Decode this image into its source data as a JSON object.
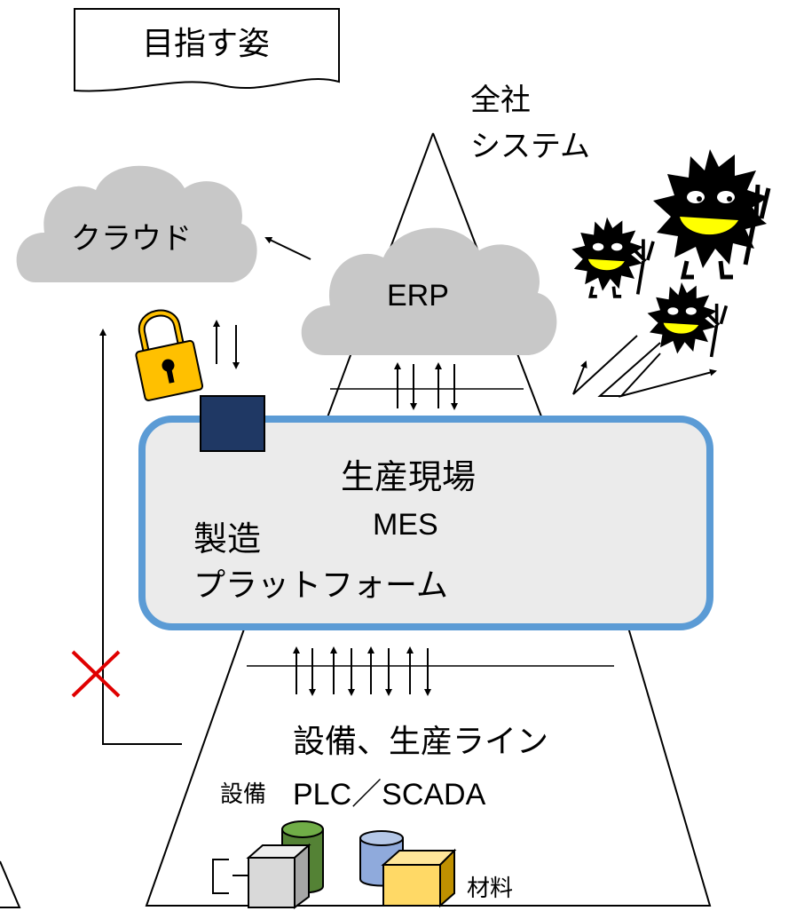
{
  "banner": {
    "title": "目指す姿"
  },
  "enterprise": {
    "line1": "全社",
    "line2": "システム"
  },
  "cloud": {
    "label": "クラウド"
  },
  "erp": {
    "label": "ERP"
  },
  "platform": {
    "title": "生産現場",
    "subtitle": "MES",
    "side_line1": "製造",
    "side_line2": "プラットフォーム"
  },
  "field": {
    "title": "設備、生産ライン",
    "control": "PLC／SCADA",
    "equipment": "設備",
    "material": "材料"
  },
  "colors": {
    "cloud_fill": "#c8c8c8",
    "platform_border": "#5b9bd5",
    "platform_fill": "#ebebeb",
    "gateway": "#1f3864",
    "blocked_mark": "#e00000",
    "lock_body": "#ffc000",
    "virus": "#000000",
    "virus_face": "#ffff00",
    "drum_green": "#548235",
    "drum_blue": "#8faadc",
    "box_grey": "#d9d9d9",
    "box_yellow": "#ffd966"
  },
  "icons": [
    "lock-icon",
    "virus-icon",
    "blocked-icon",
    "gateway-icon",
    "cloud-icon",
    "drum-icon",
    "box-icon"
  ]
}
